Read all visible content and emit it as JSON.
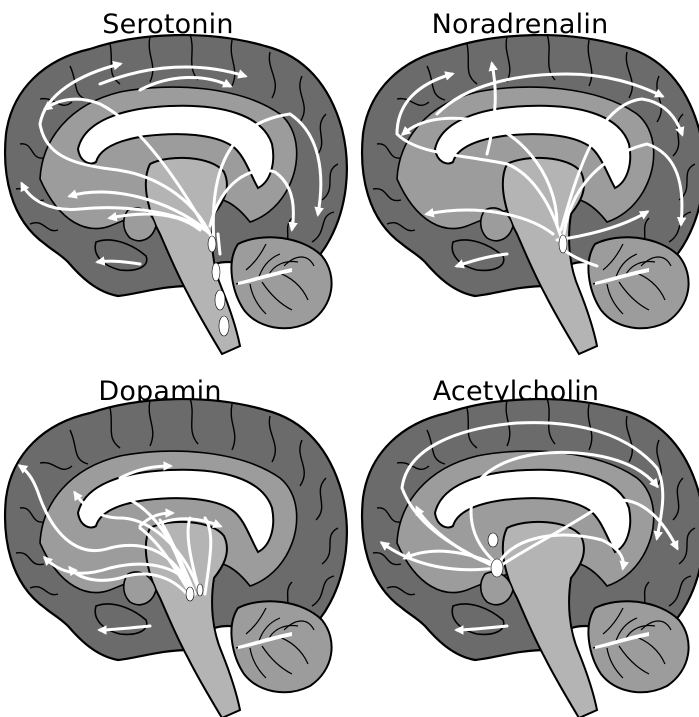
{
  "panels": [
    {
      "key": "serotonin",
      "title": "Serotonin"
    },
    {
      "key": "noradrenalin",
      "title": "Noradrenalin"
    },
    {
      "key": "dopamin",
      "title": "Dopamin"
    },
    {
      "key": "acetylcholin",
      "title": "Acetylcholin"
    }
  ],
  "colors": {
    "cortex": "#6b6b6b",
    "inner": "#9c9c9c",
    "brainstem": "#b4b4b4",
    "ventricle": "#ffffff",
    "outline": "#000000",
    "pathway": "#ffffff"
  }
}
